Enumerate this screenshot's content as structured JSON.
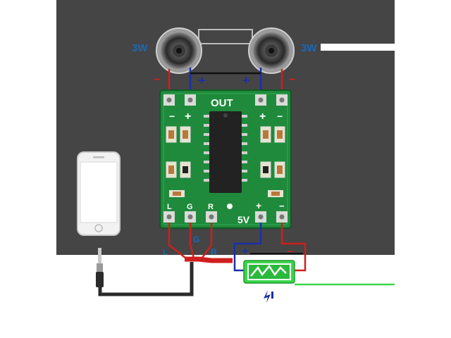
{
  "speakers": {
    "left": {
      "power_label": "3W",
      "minus_label": "−",
      "plus_label": "+"
    },
    "right": {
      "power_label": "3W",
      "minus_label": "−",
      "plus_label": "+"
    }
  },
  "board": {
    "out_label": "OUT",
    "out_minus_left": "−",
    "out_plus_left": "+",
    "out_plus_right": "+",
    "out_minus_right": "−",
    "input_pins": [
      "L",
      "G",
      "R"
    ],
    "power_label": "5V",
    "power_plus": "+",
    "power_minus": "−"
  },
  "wires": {
    "audio_labels": [
      "L",
      "G",
      "R"
    ],
    "battery_plus": "+",
    "battery_minus": "−"
  },
  "colors": {
    "background": "#454545",
    "pcb": "#1f8a3c",
    "pad": "#d9dcd8",
    "wire_red": "#cf1f1f",
    "wire_blue": "#1a2fa8",
    "wire_black": "#111111",
    "label_blue": "#1b67b8",
    "battery": "#39d64a"
  }
}
